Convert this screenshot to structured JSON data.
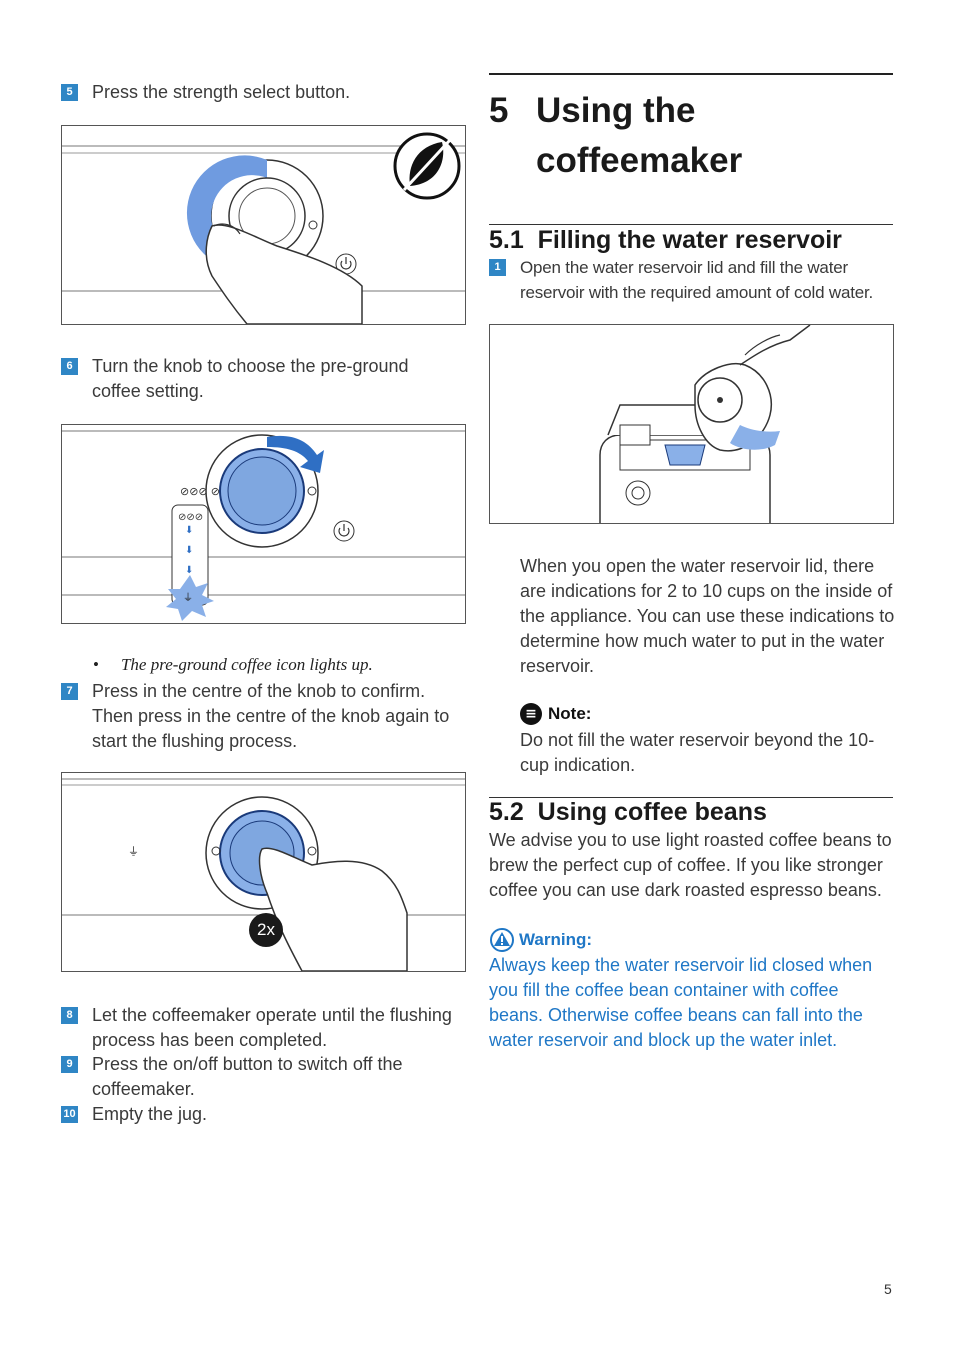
{
  "left": {
    "step5": {
      "num": "5",
      "text": "Press the strength select button."
    },
    "step6": {
      "num": "6",
      "text": "Turn the knob to choose the pre-ground coffee setting."
    },
    "bullet_mark": "•",
    "bullet_text": "The pre-ground coffee icon lights up.",
    "step7": {
      "num": "7",
      "text": "Press in the centre of the knob to confirm. Then press in the centre of the knob again to start the flushing process."
    },
    "figure3_badge": "2x",
    "step8": {
      "num": "8",
      "text": "Let the coffeemaker operate until the flushing process has been completed."
    },
    "step9": {
      "num": "9",
      "text": "Press the on/off button to switch off the coffeemaker."
    },
    "step10": {
      "num": "10",
      "text": "Empty the jug."
    }
  },
  "right": {
    "chapter_number": "5",
    "chapter_title_line1": "Using the",
    "chapter_title_line2": "coffeemaker",
    "section1_title": "5.1  Filling the water reservoir",
    "section1_step1": {
      "num": "1",
      "text": "Open the water reservoir lid and fill the water reservoir with the required amount of cold water."
    },
    "section1_para": "When you open the water reservoir lid, there are indications for 2 to 10 cups on the inside of the appliance. You can use these indications to determine how much water to put in the water reservoir.",
    "note_label": "Note:",
    "note_text": "Do not fill the water reservoir beyond the 10-cup indication.",
    "section2_title": "5.2  Using coffee beans",
    "section2_para": "We advise you to use light roasted coffee beans to brew the perfect cup of coffee. If you like stronger coffee you can use dark roasted espresso beans.",
    "warning_label": "Warning:",
    "warning_text": "Always keep the water reservoir lid closed when you fill the coffee bean container with coffee beans. Otherwise coffee beans can fall into the water reservoir and block up the water inlet."
  },
  "page_number": "5",
  "colors": {
    "accent": "#2f86c5",
    "warning": "#1f77c6",
    "knob_blue": "#7fa7e0"
  }
}
